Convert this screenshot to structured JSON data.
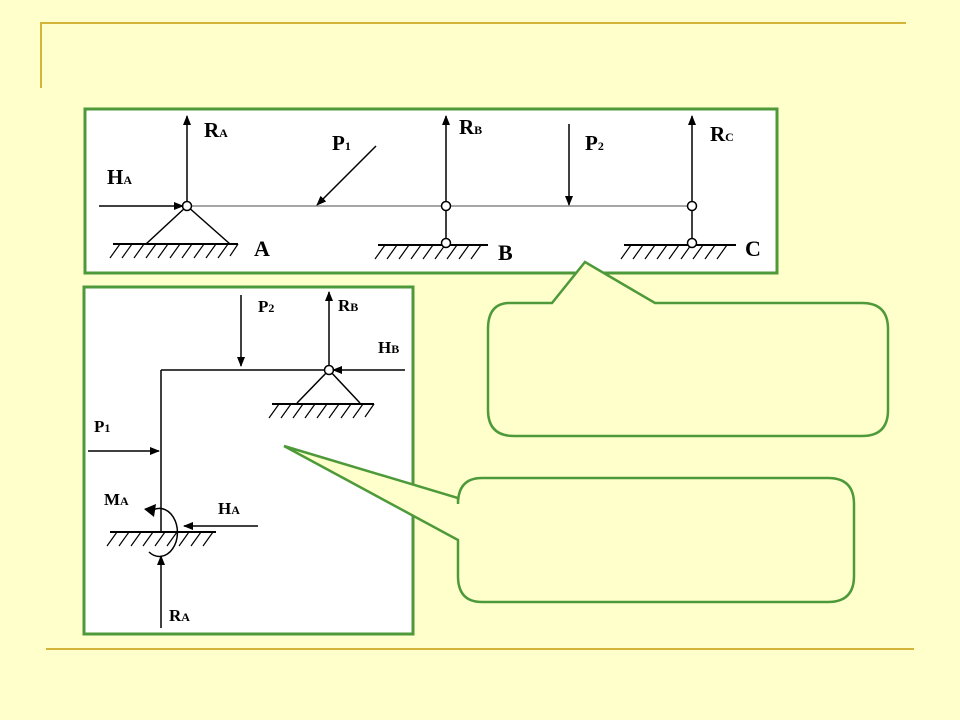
{
  "colors": {
    "background": "#FFFFCC",
    "accent_line": "#D4B53A",
    "panel_border": "#4E9A3A",
    "panel_fill": "#FFFFFF",
    "callout_border": "#4E9A3A",
    "callout_fill": "#FFFFCC"
  },
  "diagram1": {
    "RA": {
      "main": "R",
      "sub": "A"
    },
    "RB": {
      "main": "R",
      "sub": "B"
    },
    "RC": {
      "main": "R",
      "sub": "C"
    },
    "HA": {
      "main": "H",
      "sub": "A"
    },
    "P1": {
      "main": "P",
      "sub": "1"
    },
    "P2": {
      "main": "P",
      "sub": "2"
    },
    "A": "A",
    "B": "B",
    "C": "C"
  },
  "diagram2": {
    "P2": {
      "main": "P",
      "sub": "2"
    },
    "RB": {
      "main": "R",
      "sub": "B"
    },
    "HB": {
      "main": "H",
      "sub": "B"
    },
    "P1": {
      "main": "P",
      "sub": "1"
    },
    "MA": {
      "main": "M",
      "sub": "A"
    },
    "HA": {
      "main": "H",
      "sub": "A"
    },
    "RA": {
      "main": "R",
      "sub": "A"
    }
  }
}
